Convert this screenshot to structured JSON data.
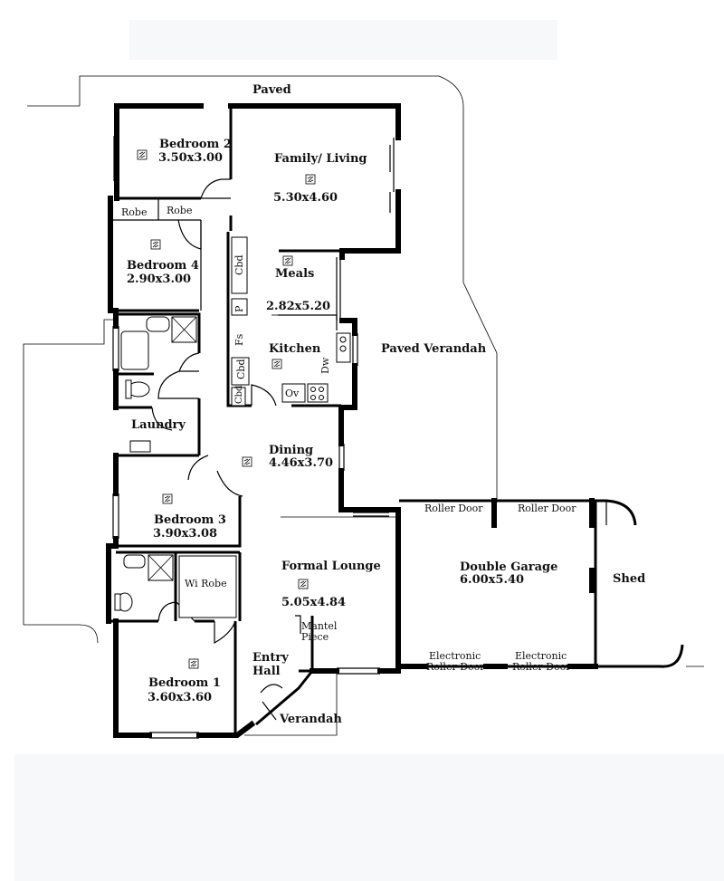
{
  "outdoor_labels": {
    "paved": "Paved",
    "paved_verandah": "Paved Verandah",
    "verandah": "Verandah"
  },
  "rooms": {
    "bedroom2": {
      "name": "Bedroom 2",
      "size": "3.50x3.00"
    },
    "family_living": {
      "name": "Family/ Living",
      "size": "5.30x4.60"
    },
    "bedroom4": {
      "name": "Bedroom 4",
      "size": "2.90x3.00"
    },
    "meals": {
      "name": "Meals",
      "size": "2.82x5.20"
    },
    "kitchen": {
      "name": "Kitchen"
    },
    "laundry": {
      "name": "Laundry"
    },
    "dining": {
      "name": "Dining",
      "size": "4.46x3.70"
    },
    "bedroom3": {
      "name": "Bedroom 3",
      "size": "3.90x3.08"
    },
    "formal_lounge": {
      "name": "Formal Lounge",
      "size": "5.05x4.84"
    },
    "bedroom1": {
      "name": "Bedroom 1",
      "size": "3.60x3.60"
    },
    "entry_hall": {
      "line1": "Entry",
      "line2": "Hall"
    },
    "double_garage": {
      "name": "Double Garage",
      "size": "6.00x5.40"
    },
    "shed": {
      "name": "Shed"
    }
  },
  "fixtures": {
    "robe_left": "Robe",
    "robe_right": "Robe",
    "cbd_upper": "Cbd",
    "pantry": "P",
    "fridge": "Fs",
    "cbd_lower": "Cbd",
    "cbd_small": "Cbd",
    "dishwasher": "Dw",
    "oven": "Ov",
    "wi_robe": "Wi Robe",
    "mantel_line1": "Mantel",
    "mantel_line2": "Piece"
  },
  "garage_doors": {
    "roller_left": "Roller Door",
    "roller_right": "Roller Door",
    "electronic_left_line1": "Electronic",
    "electronic_left_line2": "Roller Door",
    "electronic_right_line1": "Electronic",
    "electronic_right_line2": "Roller Door"
  },
  "colors": {
    "wall": "#000000",
    "band": "#f7f8fa",
    "background": "#ffffff"
  }
}
